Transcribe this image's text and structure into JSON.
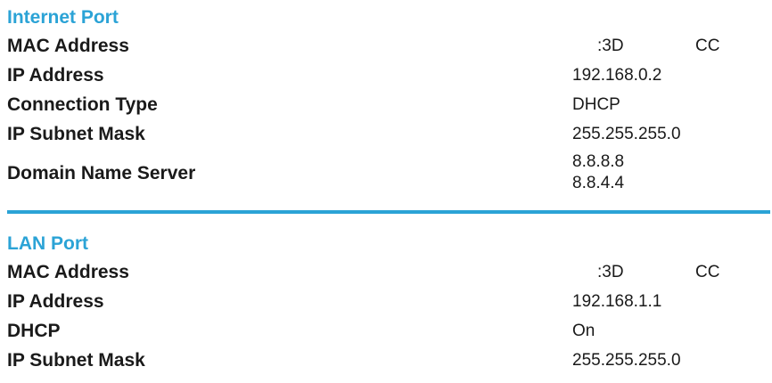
{
  "internet_port": {
    "title": "Internet Port",
    "mac_label": "MAC Address",
    "mac_part1": ":3D",
    "mac_part2": "CC",
    "ip_label": "IP Address",
    "ip_value": "192.168.0.2",
    "conn_label": "Connection Type",
    "conn_value": "DHCP",
    "mask_label": "IP Subnet Mask",
    "mask_value": "255.255.255.0",
    "dns_label": "Domain Name Server",
    "dns_values": [
      "8.8.8.8",
      "8.8.4.4"
    ]
  },
  "lan_port": {
    "title": "LAN Port",
    "mac_label": "MAC Address",
    "mac_part1": ":3D",
    "mac_part2": "CC",
    "ip_label": "IP Address",
    "ip_value": "192.168.1.1",
    "dhcp_label": "DHCP",
    "dhcp_value": "On",
    "mask_label": "IP Subnet Mask",
    "mask_value": "255.255.255.0"
  },
  "colors": {
    "accent": "#2ba3d6",
    "text": "#1a1a1a"
  }
}
